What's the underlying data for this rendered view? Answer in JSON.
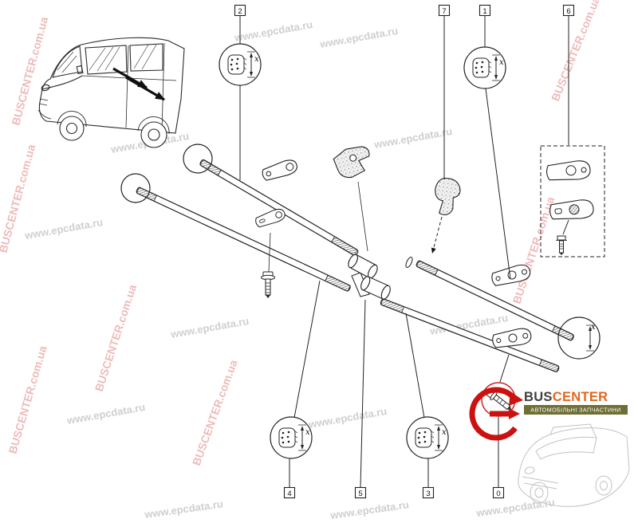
{
  "colors": {
    "watermark_gray": "#a8a8a8",
    "watermark_red": "#e07878",
    "diagram_line": "#222222",
    "highlight_red": "#cc2222",
    "logo_red": "#cc1111",
    "logo_brand_dark": "#3f3f3f",
    "logo_brand_orange": "#e2661c",
    "tagline_bg": "#6e6e35",
    "tagline_text": "#ffffff",
    "sketch_gray": "#c2c2c2"
  },
  "watermarks": {
    "epcdata": "www.epcdata.ru",
    "buscenter": "BUSCENTER.com.ua"
  },
  "callouts": {
    "top": [
      {
        "id": "2"
      },
      {
        "id": "7"
      },
      {
        "id": "1"
      },
      {
        "id": "6"
      }
    ],
    "bottom": [
      {
        "id": "4"
      },
      {
        "id": "5"
      },
      {
        "id": "3"
      },
      {
        "id": "0"
      }
    ]
  },
  "cross_section": {
    "dimension_label": "x"
  },
  "logo": {
    "brand_prefix": "BUS",
    "brand_suffix": "CENTER",
    "tagline": "АВТОМОБІЛЬНІ ЗАПЧАСТИНИ"
  }
}
